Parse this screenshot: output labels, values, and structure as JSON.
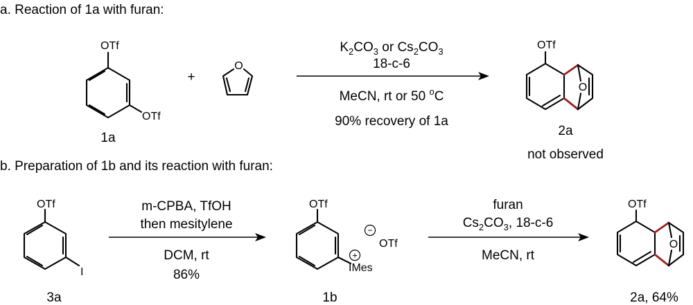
{
  "colors": {
    "highlight_bond": "#9e1b1b",
    "ink": "#000000"
  },
  "part_a": {
    "heading": "a. Reaction of 1a with furan:",
    "plus": "+",
    "reactant_1a": {
      "label": "1a",
      "substituent_top": "OTf",
      "substituent_meta": "OTf"
    },
    "furan": {
      "atom": "O"
    },
    "conditions": {
      "reagent_line_parts": [
        "K",
        "2",
        "CO",
        "3",
        " or Cs",
        "2",
        "CO",
        "3"
      ],
      "line2": "18-c-6",
      "line3": "MeCN, rt or 50",
      "line3_sup": "o",
      "line3_unit": "C",
      "line4": "90% recovery of 1a"
    },
    "product_2a": {
      "label": "2a",
      "note": "not observed",
      "substituent": "OTf",
      "bridge_atom": "O"
    }
  },
  "part_b": {
    "heading": "b. Preparation of 1b and its reaction with furan:",
    "start_3a": {
      "label": "3a",
      "substituent_top": "OTf",
      "substituent_meta": "I"
    },
    "step1": {
      "line1": "m-CPBA, TfOH",
      "line2": "then mesitylene",
      "line3": "DCM, rt",
      "line4": "86%"
    },
    "intermediate_1b": {
      "label": "1b",
      "substituent_top": "OTf",
      "iodonium": "IMes",
      "plus_charge": "+",
      "minus_charge": "−",
      "counterion": "OTf"
    },
    "step2": {
      "line1": "furan",
      "line2_parts": [
        "Cs",
        "2",
        "CO",
        "3",
        ", 18-c-6"
      ],
      "line3": "MeCN, rt"
    },
    "product_2a": {
      "label": "2a, 64%",
      "substituent": "OTf",
      "bridge_atom": "O"
    }
  }
}
